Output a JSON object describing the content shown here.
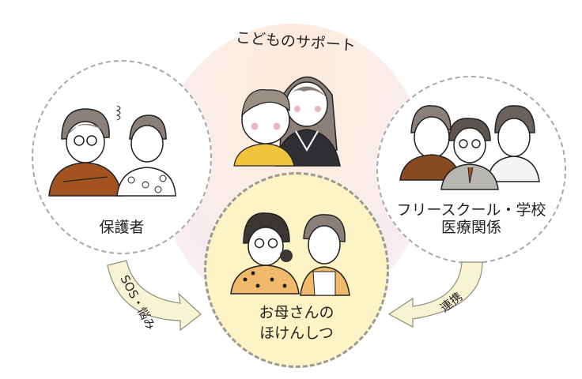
{
  "diagram": {
    "top": {
      "label": "こどものサポート",
      "illustration": "child-and-student-illustration"
    },
    "left": {
      "label": "保護者",
      "illustration": "worried-parents-illustration"
    },
    "right": {
      "label_line1": "フリースクール・学校",
      "label_line2": "医療関係",
      "illustration": "school-staff-doctor-illustration"
    },
    "center": {
      "label_line1": "お母さんの",
      "label_line2": "ほけんしつ",
      "illustration": "two-mothers-illustration"
    },
    "arrows": [
      {
        "from": "保護者",
        "to": "お母さんのほけんしつ",
        "label": "SOS・悩み"
      },
      {
        "from": "フリースクール・学校 医療関係",
        "to": "お母さんのほけんしつ",
        "label": "連携"
      }
    ]
  },
  "colors": {
    "center_fill": "#fdf3c4",
    "dash_border": "#a9a9a9",
    "arrow_fill": "#f7f4d4",
    "blob_top": "#fde8d8",
    "blob_side": "#f7eaf0",
    "text": "#222222"
  }
}
